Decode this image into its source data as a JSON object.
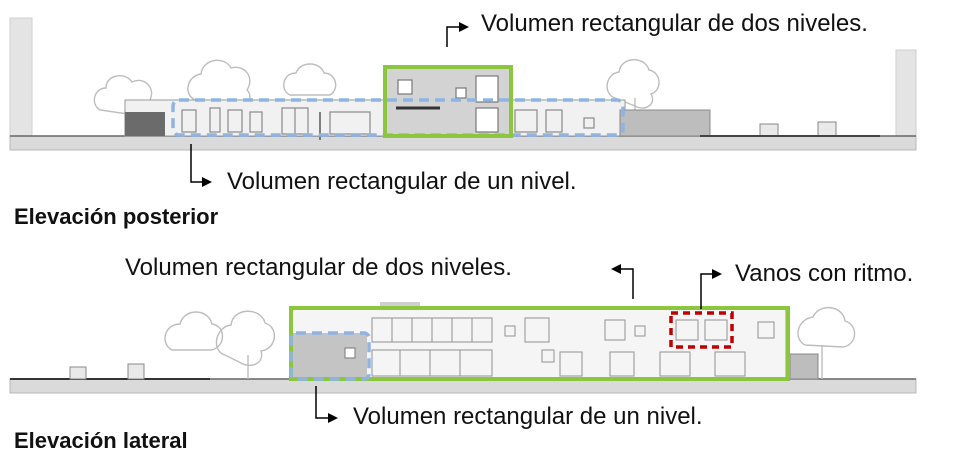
{
  "elevations": [
    {
      "title": "Elevación posterior",
      "callouts": {
        "two_level": "Volumen rectangular de dos niveles.",
        "one_level": "Volumen rectangular de un nivel."
      }
    },
    {
      "title": "Elevación lateral",
      "callouts": {
        "two_level": "Volumen rectangular de dos niveles.",
        "rhythm": "Vanos con ritmo.",
        "one_level": "Volumen rectangular de un nivel."
      }
    }
  ],
  "colors": {
    "two_level_outline": "#8cc63f",
    "one_level_outline": "#8fb4e3",
    "rhythm_outline": "#c00000",
    "ground": "#d9d9d9",
    "drawing": "#9a9a9a"
  }
}
